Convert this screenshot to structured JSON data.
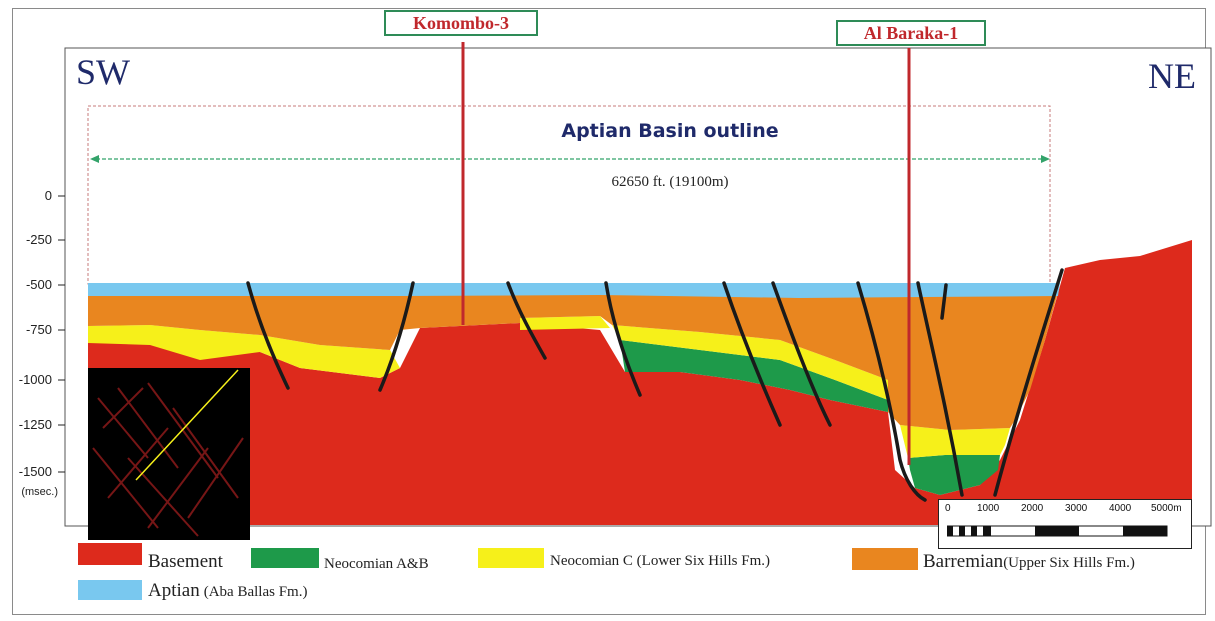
{
  "wells": [
    {
      "name": "Komombo-3"
    },
    {
      "name": "Al Baraka-1"
    }
  ],
  "directions": {
    "left": "SW",
    "right": "NE"
  },
  "outline": {
    "title": "Aptian Basin outline",
    "distance": "62650 ft. (19100m)"
  },
  "depth_axis": {
    "ticks": [
      "0",
      "-250",
      "-500",
      "-750",
      "-1000",
      "-1250",
      "-1500"
    ],
    "units": "(msec.)"
  },
  "scale_bar": {
    "labels": [
      "0",
      "1000",
      "2000",
      "3000",
      "4000",
      "5000m"
    ]
  },
  "legend": [
    {
      "key": "basement",
      "name": "Basement",
      "note": "",
      "color": "#dd2a1c"
    },
    {
      "key": "neocomian-ab",
      "name": "Neocomian A&B",
      "note": "",
      "color": "#1e9a4a"
    },
    {
      "key": "neocomian-c",
      "name": "Neocomian C",
      "note": "(Lower Six Hills Fm.)",
      "color": "#f6f01a"
    },
    {
      "key": "barremian",
      "name": "Barremian",
      "note": "(Upper Six Hills Fm.)",
      "color": "#e9861f"
    },
    {
      "key": "aptian",
      "name": "Aptian",
      "note": "(Aba Ballas Fm.)",
      "color": "#79c8ef"
    }
  ],
  "colors": {
    "well_line": "#c0282c",
    "fault": "#1a1a1a",
    "outline_box": "#c77b7b",
    "dimension_arrow": "#33a36a",
    "title_text": "#1f2a6a",
    "inset_bg": "#000000",
    "inset_grid": "#8b1a1a",
    "inset_profile": "#f6f01a"
  },
  "icons": [
    "dimension-arrow-icon",
    "fault-line-icon",
    "location-inset-map-icon"
  ]
}
